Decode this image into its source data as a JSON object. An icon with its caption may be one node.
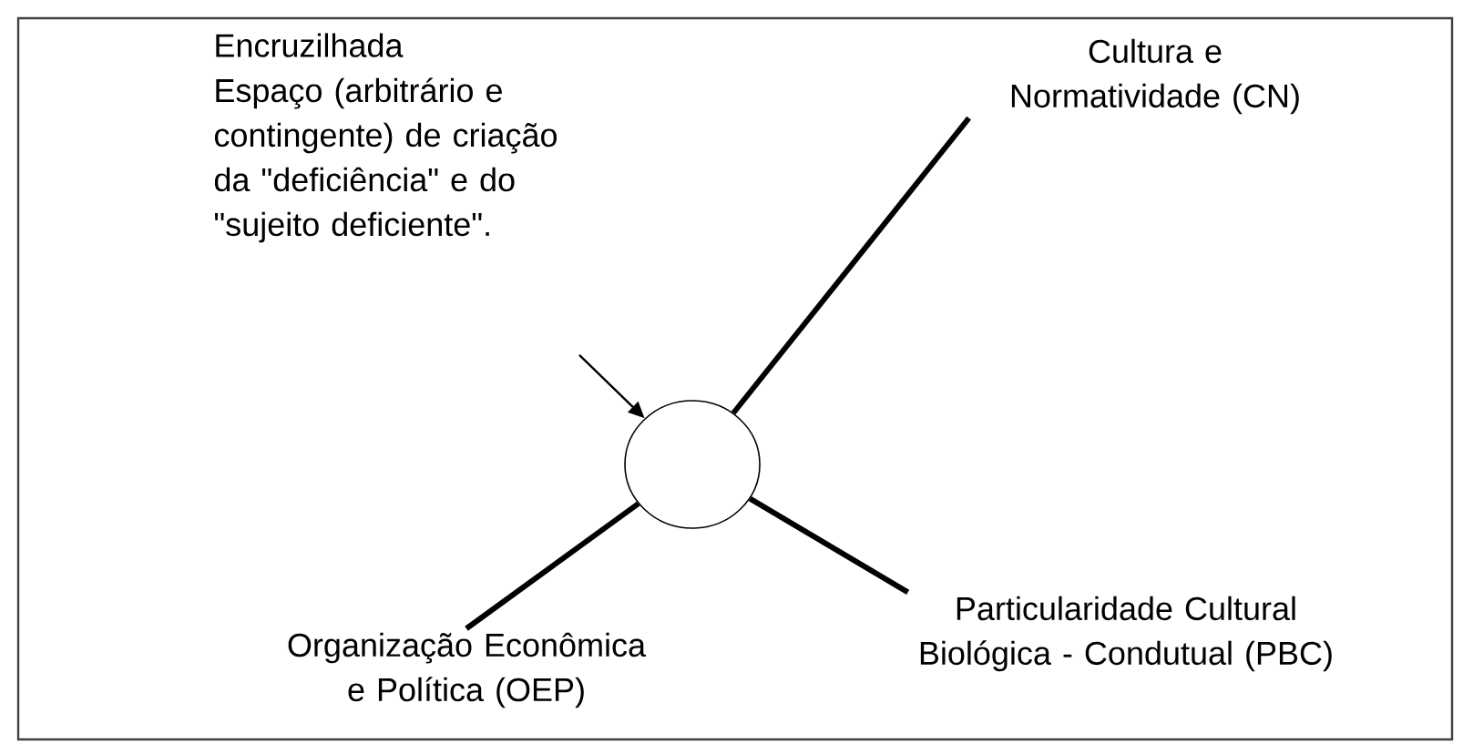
{
  "diagram": {
    "nodes": [
      {
        "text": [],
        "shape": "circle",
        "beside": [
          "Encruzilhada",
          "Espaço (arbitrário e contingente) de criação da \"deficiência\" e do \"sujeito deficiente\"."
        ]
      },
      {
        "text": [
          "Cultura e Normatividade (CN)"
        ]
      },
      {
        "text": [
          "Organização Econômica e Política (OEP)"
        ]
      },
      {
        "text": [
          "Particularidade Cultural Biológica - Condutual (PBC)"
        ]
      }
    ],
    "edges": [
      {
        "from": null,
        "to": 0,
        "arrow": "to"
      },
      {
        "from": 0,
        "to": 1,
        "arrow": "none"
      },
      {
        "from": 2,
        "to": 0,
        "arrow": "none"
      },
      {
        "from": 0,
        "to": 3,
        "arrow": "none"
      }
    ]
  }
}
